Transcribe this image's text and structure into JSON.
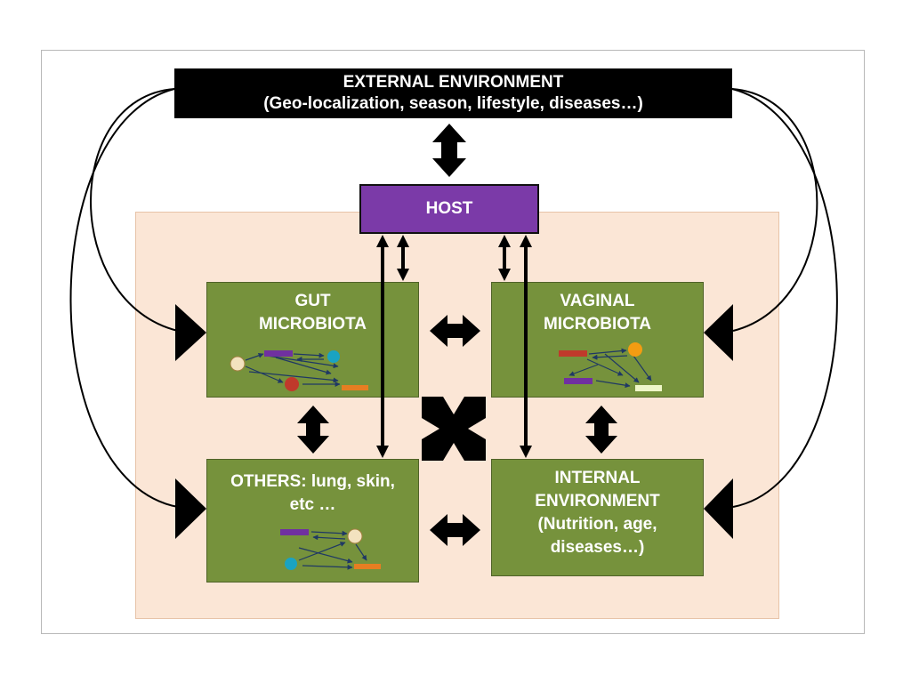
{
  "external": {
    "line1": "EXTERNAL ENVIRONMENT",
    "line2": "(Geo-localization, season, lifestyle, diseases…)"
  },
  "host": {
    "label": "HOST"
  },
  "gut": {
    "line1": "GUT",
    "line2": "MICROBIOTA"
  },
  "vaginal": {
    "line1": "VAGINAL",
    "line2": "MICROBIOTA"
  },
  "others": {
    "line1": "OTHERS: lung, skin,",
    "line2": "etc …"
  },
  "internal": {
    "line1": "INTERNAL",
    "line2": "ENVIRONMENT",
    "line3": "(Nutrition, age,",
    "line4": "diseases…)"
  },
  "colors": {
    "external_fill": "#000000",
    "host_fill": "#7b3aa8",
    "box_fill": "#76923c",
    "region_fill": "#fbe6d6"
  }
}
